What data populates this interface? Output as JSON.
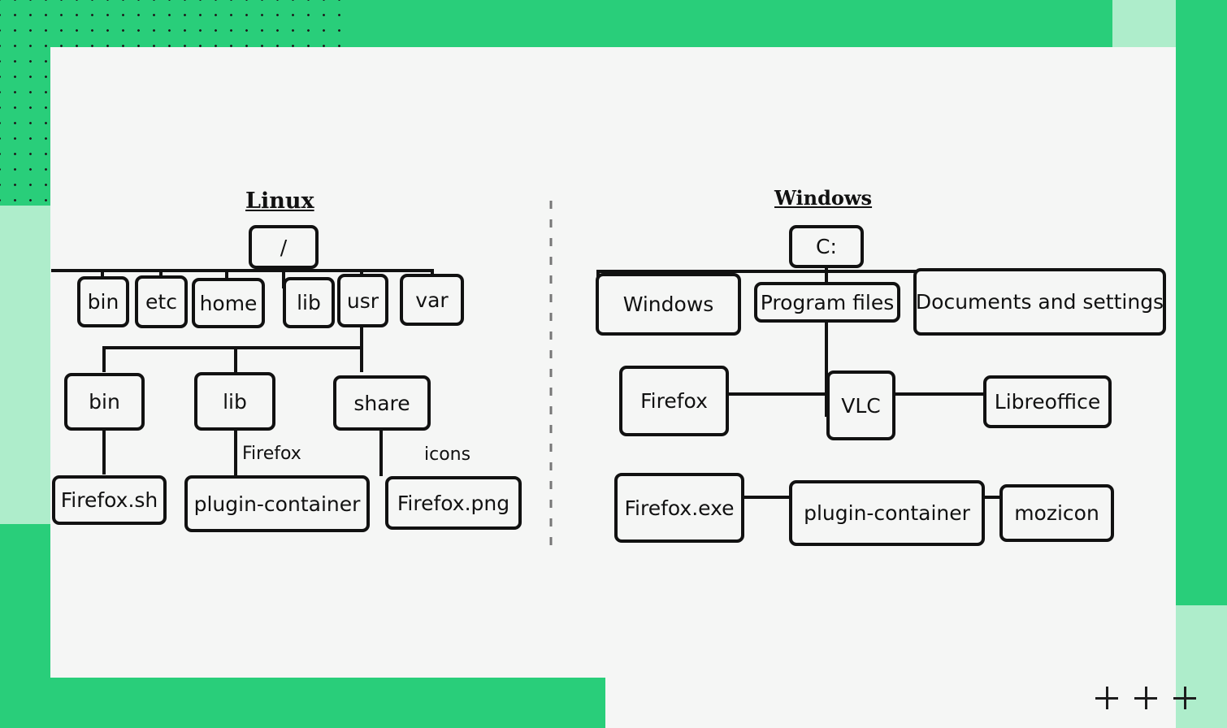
{
  "palette": {
    "green": "#29ce7a",
    "mint": "#aeedcb",
    "card": "#f5f6f5",
    "ink": "#111111"
  },
  "diagram": {
    "type": "tree-comparison",
    "divider": "dashed-vertical",
    "sections": [
      {
        "id": "linux",
        "title": "Linux",
        "root": "/",
        "levels": [
          {
            "depth": 0,
            "nodes": [
              "/"
            ]
          },
          {
            "depth": 1,
            "nodes": [
              "bin",
              "etc",
              "home",
              "lib",
              "usr",
              "var"
            ]
          },
          {
            "depth": 2,
            "parent": "usr",
            "nodes": [
              "bin",
              "lib",
              "share"
            ]
          },
          {
            "depth": 3,
            "nodes": [
              "Firefox.sh",
              "plugin-container",
              "Firefox.png"
            ]
          }
        ],
        "edge_labels": [
          "Firefox",
          "icons"
        ],
        "nodes": {
          "root": "/",
          "bin": "bin",
          "etc": "etc",
          "home": "home",
          "lib": "lib",
          "usr": "usr",
          "var": "var",
          "usr_bin": "bin",
          "usr_lib": "lib",
          "usr_share": "share",
          "firefox_sh": "Firefox.sh",
          "plugin_container": "plugin-container",
          "firefox_png": "Firefox.png"
        },
        "labels": {
          "lib_firefox": "Firefox",
          "share_icons": "icons"
        }
      },
      {
        "id": "windows",
        "title": "Windows",
        "root": "C:",
        "levels": [
          {
            "depth": 0,
            "nodes": [
              "C:"
            ]
          },
          {
            "depth": 1,
            "nodes": [
              "Windows",
              "Program files",
              "Documents and settings"
            ]
          },
          {
            "depth": 2,
            "parent": "Program files",
            "nodes": [
              "Firefox",
              "VLC",
              "Libreoffice"
            ]
          },
          {
            "depth": 3,
            "parent": "Firefox",
            "nodes": [
              "Firefox.exe",
              "plugin-container",
              "mozicon"
            ]
          }
        ],
        "nodes": {
          "root": "C:",
          "windows": "Windows",
          "program_files": "Program files",
          "documents": "Documents and settings",
          "firefox": "Firefox",
          "vlc": "VLC",
          "libreoffice": "Libreoffice",
          "firefox_exe": "Firefox.exe",
          "plugin_container": "plugin-container",
          "mozicon": "mozicon"
        }
      }
    ]
  },
  "decor": {
    "plus_marks": 3,
    "dot_grid": "dotted-square-top-left"
  }
}
